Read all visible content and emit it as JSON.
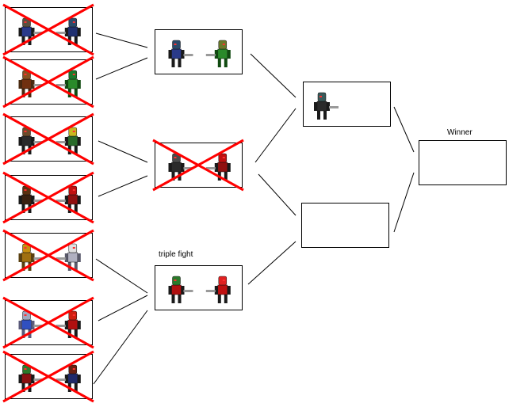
{
  "labels": {
    "triple_fight": "triple fight",
    "winner": "Winner"
  },
  "colors": {
    "background": "#ffffff",
    "box_border": "#000000",
    "connector": "#000000",
    "cross": "#ff0000"
  },
  "round1": [
    {
      "fighters": [
        {
          "name": "fighter-a",
          "head": "#5a5040",
          "body": "#2a3a8a",
          "limb": "#1a1a1a"
        },
        {
          "name": "fighter-b",
          "head": "#2a4a6a",
          "body": "#203070",
          "limb": "#1a1a1a"
        }
      ],
      "eliminated": true
    },
    {
      "fighters": [
        {
          "name": "fighter-a",
          "head": "#8a5020",
          "body": "#703010",
          "limb": "#4a2a10"
        },
        {
          "name": "fighter-b",
          "head": "#1a7a2a",
          "body": "#2a8a2a",
          "limb": "#104a10"
        }
      ],
      "eliminated": true
    },
    {
      "fighters": [
        {
          "name": "fighter-a",
          "head": "#6a4a2a",
          "body": "#2a2a2a",
          "limb": "#1a1a1a"
        },
        {
          "name": "fighter-b",
          "head": "#c8b820",
          "body": "#2a6a2a",
          "limb": "#1a1a1a"
        }
      ],
      "eliminated": true
    },
    {
      "fighters": [
        {
          "name": "fighter-a",
          "head": "#5a3010",
          "body": "#3a2010",
          "limb": "#1a1a1a"
        },
        {
          "name": "fighter-b",
          "head": "#c01010",
          "body": "#901010",
          "limb": "#1a1a1a"
        }
      ],
      "eliminated": true
    },
    {
      "fighters": [
        {
          "name": "fighter-a",
          "head": "#c89010",
          "body": "#a07010",
          "limb": "#5a4010"
        },
        {
          "name": "fighter-b",
          "head": "#e0e0e0",
          "body": "#b0b0c0",
          "limb": "#5a5a6a"
        }
      ],
      "eliminated": true
    },
    {
      "fighters": [
        {
          "name": "fighter-a",
          "head": "#a0a8c0",
          "body": "#3050c0",
          "limb": "#5a5a7a"
        },
        {
          "name": "fighter-b",
          "head": "#d02010",
          "body": "#b01010",
          "limb": "#1a1a1a"
        }
      ],
      "eliminated": true
    },
    {
      "fighters": [
        {
          "name": "fighter-a",
          "head": "#2a7a2a",
          "body": "#8a1010",
          "limb": "#1a1a1a"
        },
        {
          "name": "fighter-b",
          "head": "#6a2010",
          "body": "#202a6a",
          "limb": "#1a1a1a"
        }
      ],
      "eliminated": true
    }
  ],
  "round2": [
    {
      "fighters": [
        {
          "name": "fighter-a",
          "head": "#2a4a6a",
          "body": "#2a3a8a",
          "limb": "#1a1a1a"
        },
        {
          "name": "fighter-b",
          "head": "#6a7a2a",
          "body": "#2a8a2a",
          "limb": "#104a10"
        }
      ],
      "eliminated": false
    },
    {
      "fighters": [
        {
          "name": "fighter-a",
          "head": "#4a4a4a",
          "body": "#2a2a2a",
          "limb": "#1a1a1a"
        },
        {
          "name": "fighter-b",
          "head": "#c01010",
          "body": "#901010",
          "limb": "#1a1a1a"
        }
      ],
      "eliminated": true
    },
    {
      "fighters": [
        {
          "name": "fighter-a",
          "head": "#2a7a2a",
          "body": "#b01010",
          "limb": "#1a1a1a"
        },
        {
          "name": "fighter-b",
          "head": "#e02020",
          "body": "#c01010",
          "limb": "#1a1a1a"
        }
      ],
      "eliminated": false
    }
  ],
  "round3": [
    {
      "fighters": [
        {
          "name": "fighter-a",
          "head": "#3a5a5a",
          "body": "#2a2a2a",
          "limb": "#1a1a1a"
        }
      ],
      "eliminated": false
    },
    {
      "fighters": [],
      "eliminated": false
    }
  ],
  "final": {
    "fighters": [],
    "eliminated": false
  }
}
